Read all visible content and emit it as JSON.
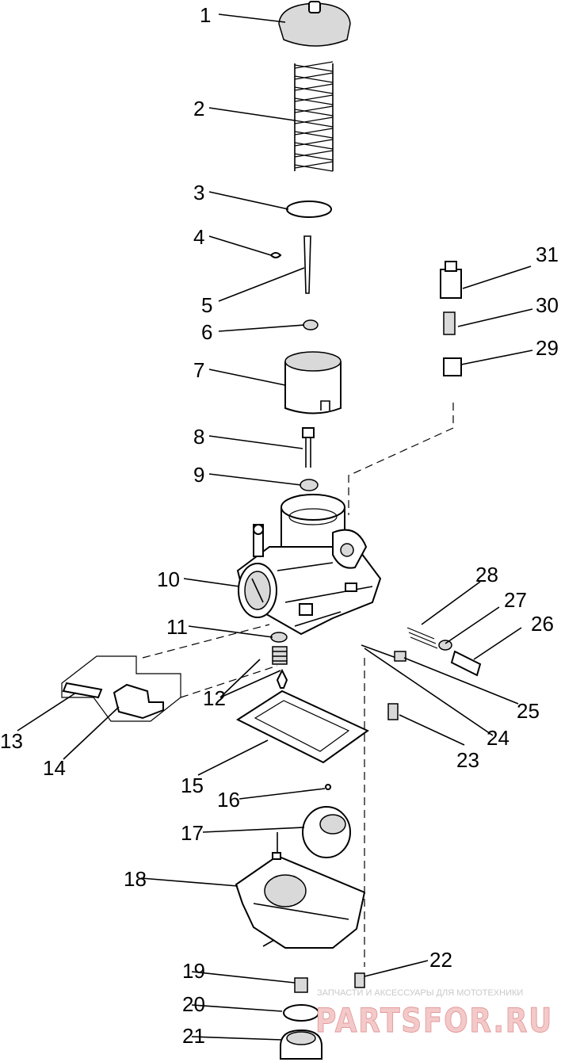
{
  "callouts": [
    "1",
    "2",
    "3",
    "4",
    "5",
    "6",
    "7",
    "8",
    "9",
    "10",
    "11",
    "12",
    "13",
    "14",
    "15",
    "16",
    "17",
    "18",
    "19",
    "20",
    "21",
    "22",
    "23",
    "24",
    "25",
    "26",
    "27",
    "28",
    "29",
    "30",
    "31"
  ],
  "watermark": {
    "subtitle": "ЗАПЧАСТИ И АКСЕССУАРЫ ДЛЯ МОТОТЕХНИКИ",
    "brand": "PARTSFOR.RU"
  }
}
